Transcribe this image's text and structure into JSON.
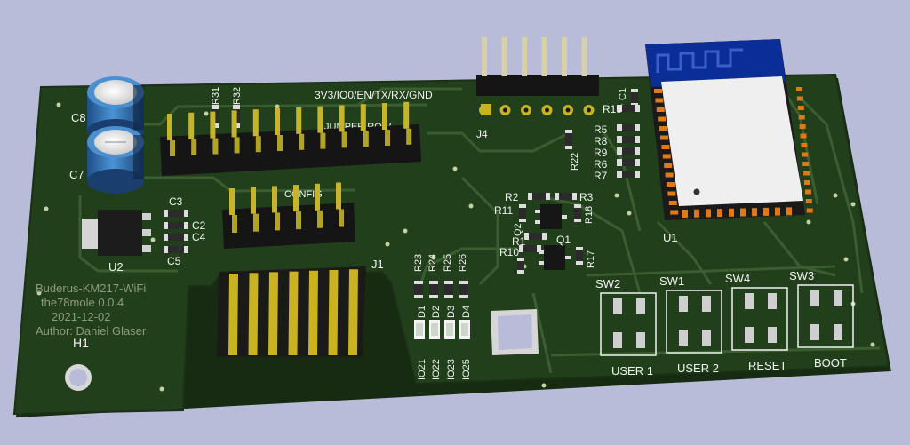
{
  "board": {
    "colors": {
      "background": "#b8bcd8",
      "pcb": "#223f1c",
      "trace": "#3a5e2f",
      "silk": "#f2f2f2",
      "gold": "#c9b320",
      "pad": "#d8d8d8",
      "chip": "#1c1c1c",
      "esp_shield": "#efefef",
      "esp_blue": "#0a2d96",
      "copper": "#e07a16"
    },
    "info_text": [
      "Buderus-KM217-WiFi",
      "the78mole   0.0.4",
      "2021-12-02",
      "Author: Daniel Glaser"
    ],
    "header_label": "3V3/IO0/EN/TX/RX/GND",
    "jumper_label_1": "JUMPER ROW",
    "jumper_label_2": "CONFIG",
    "refs": {
      "c8": "C8",
      "c7": "C7",
      "c3": "C3",
      "c2": "C2",
      "c4": "C4",
      "c5": "C5",
      "c1": "C1",
      "u2": "U2",
      "u1": "U1",
      "h1": "H1",
      "j1": "J1",
      "j4": "J4",
      "r31": "R31",
      "r32": "R32",
      "r19": "R19",
      "r5": "R5",
      "r8": "R8",
      "r9": "R9",
      "r6": "R6",
      "r7": "R7",
      "r22": "R22",
      "r2": "R2",
      "r3": "R3",
      "r11": "R11",
      "r18": "R18",
      "q2": "Q2",
      "r1": "R1",
      "q1": "Q1",
      "r10": "R10",
      "r17": "R17",
      "r23": "R23",
      "r24": "R24",
      "r25": "R25",
      "r26": "R26",
      "d1": "D1",
      "d2": "D2",
      "d3": "D3",
      "d4": "D4",
      "io21": "IO21",
      "io22": "IO22",
      "io23": "IO23",
      "io25": "IO25",
      "sw2": "SW2",
      "sw1": "SW1",
      "sw4": "SW4",
      "sw3": "SW3"
    },
    "switch_labels": {
      "user1": "USER 1",
      "user2": "USER 2",
      "reset": "RESET",
      "boot": "BOOT"
    }
  }
}
